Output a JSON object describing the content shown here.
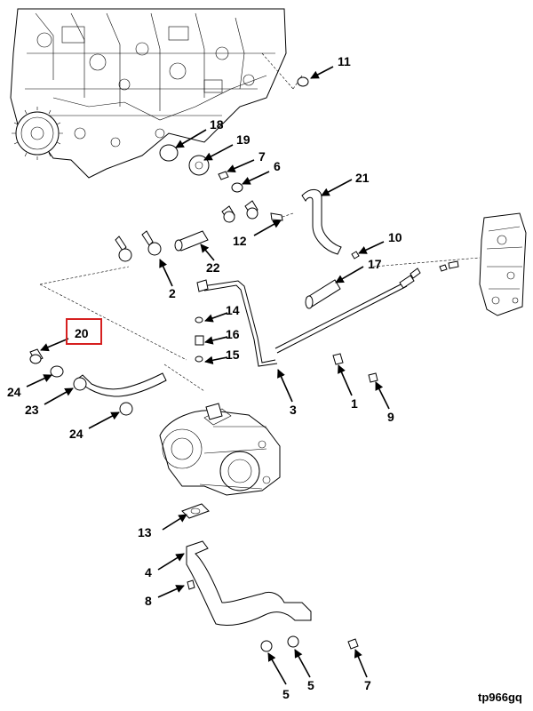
{
  "diagram": {
    "ref_code": "tp966gq",
    "highlight_color": "#d62020",
    "highlighted_callout": "20",
    "callouts": {
      "c11": "11",
      "c18": "18",
      "c19": "19",
      "c7a": "7",
      "c6": "6",
      "c21": "21",
      "c10": "10",
      "c12": "12",
      "c17": "17",
      "c22": "22",
      "c2": "2",
      "c14": "14",
      "c16": "16",
      "c15": "15",
      "c20": "20",
      "c24a": "24",
      "c23": "23",
      "c24b": "24",
      "c3": "3",
      "c1": "1",
      "c9": "9",
      "c13": "13",
      "c4": "4",
      "c8": "8",
      "c5a": "5",
      "c5b": "5",
      "c7b": "7"
    }
  }
}
